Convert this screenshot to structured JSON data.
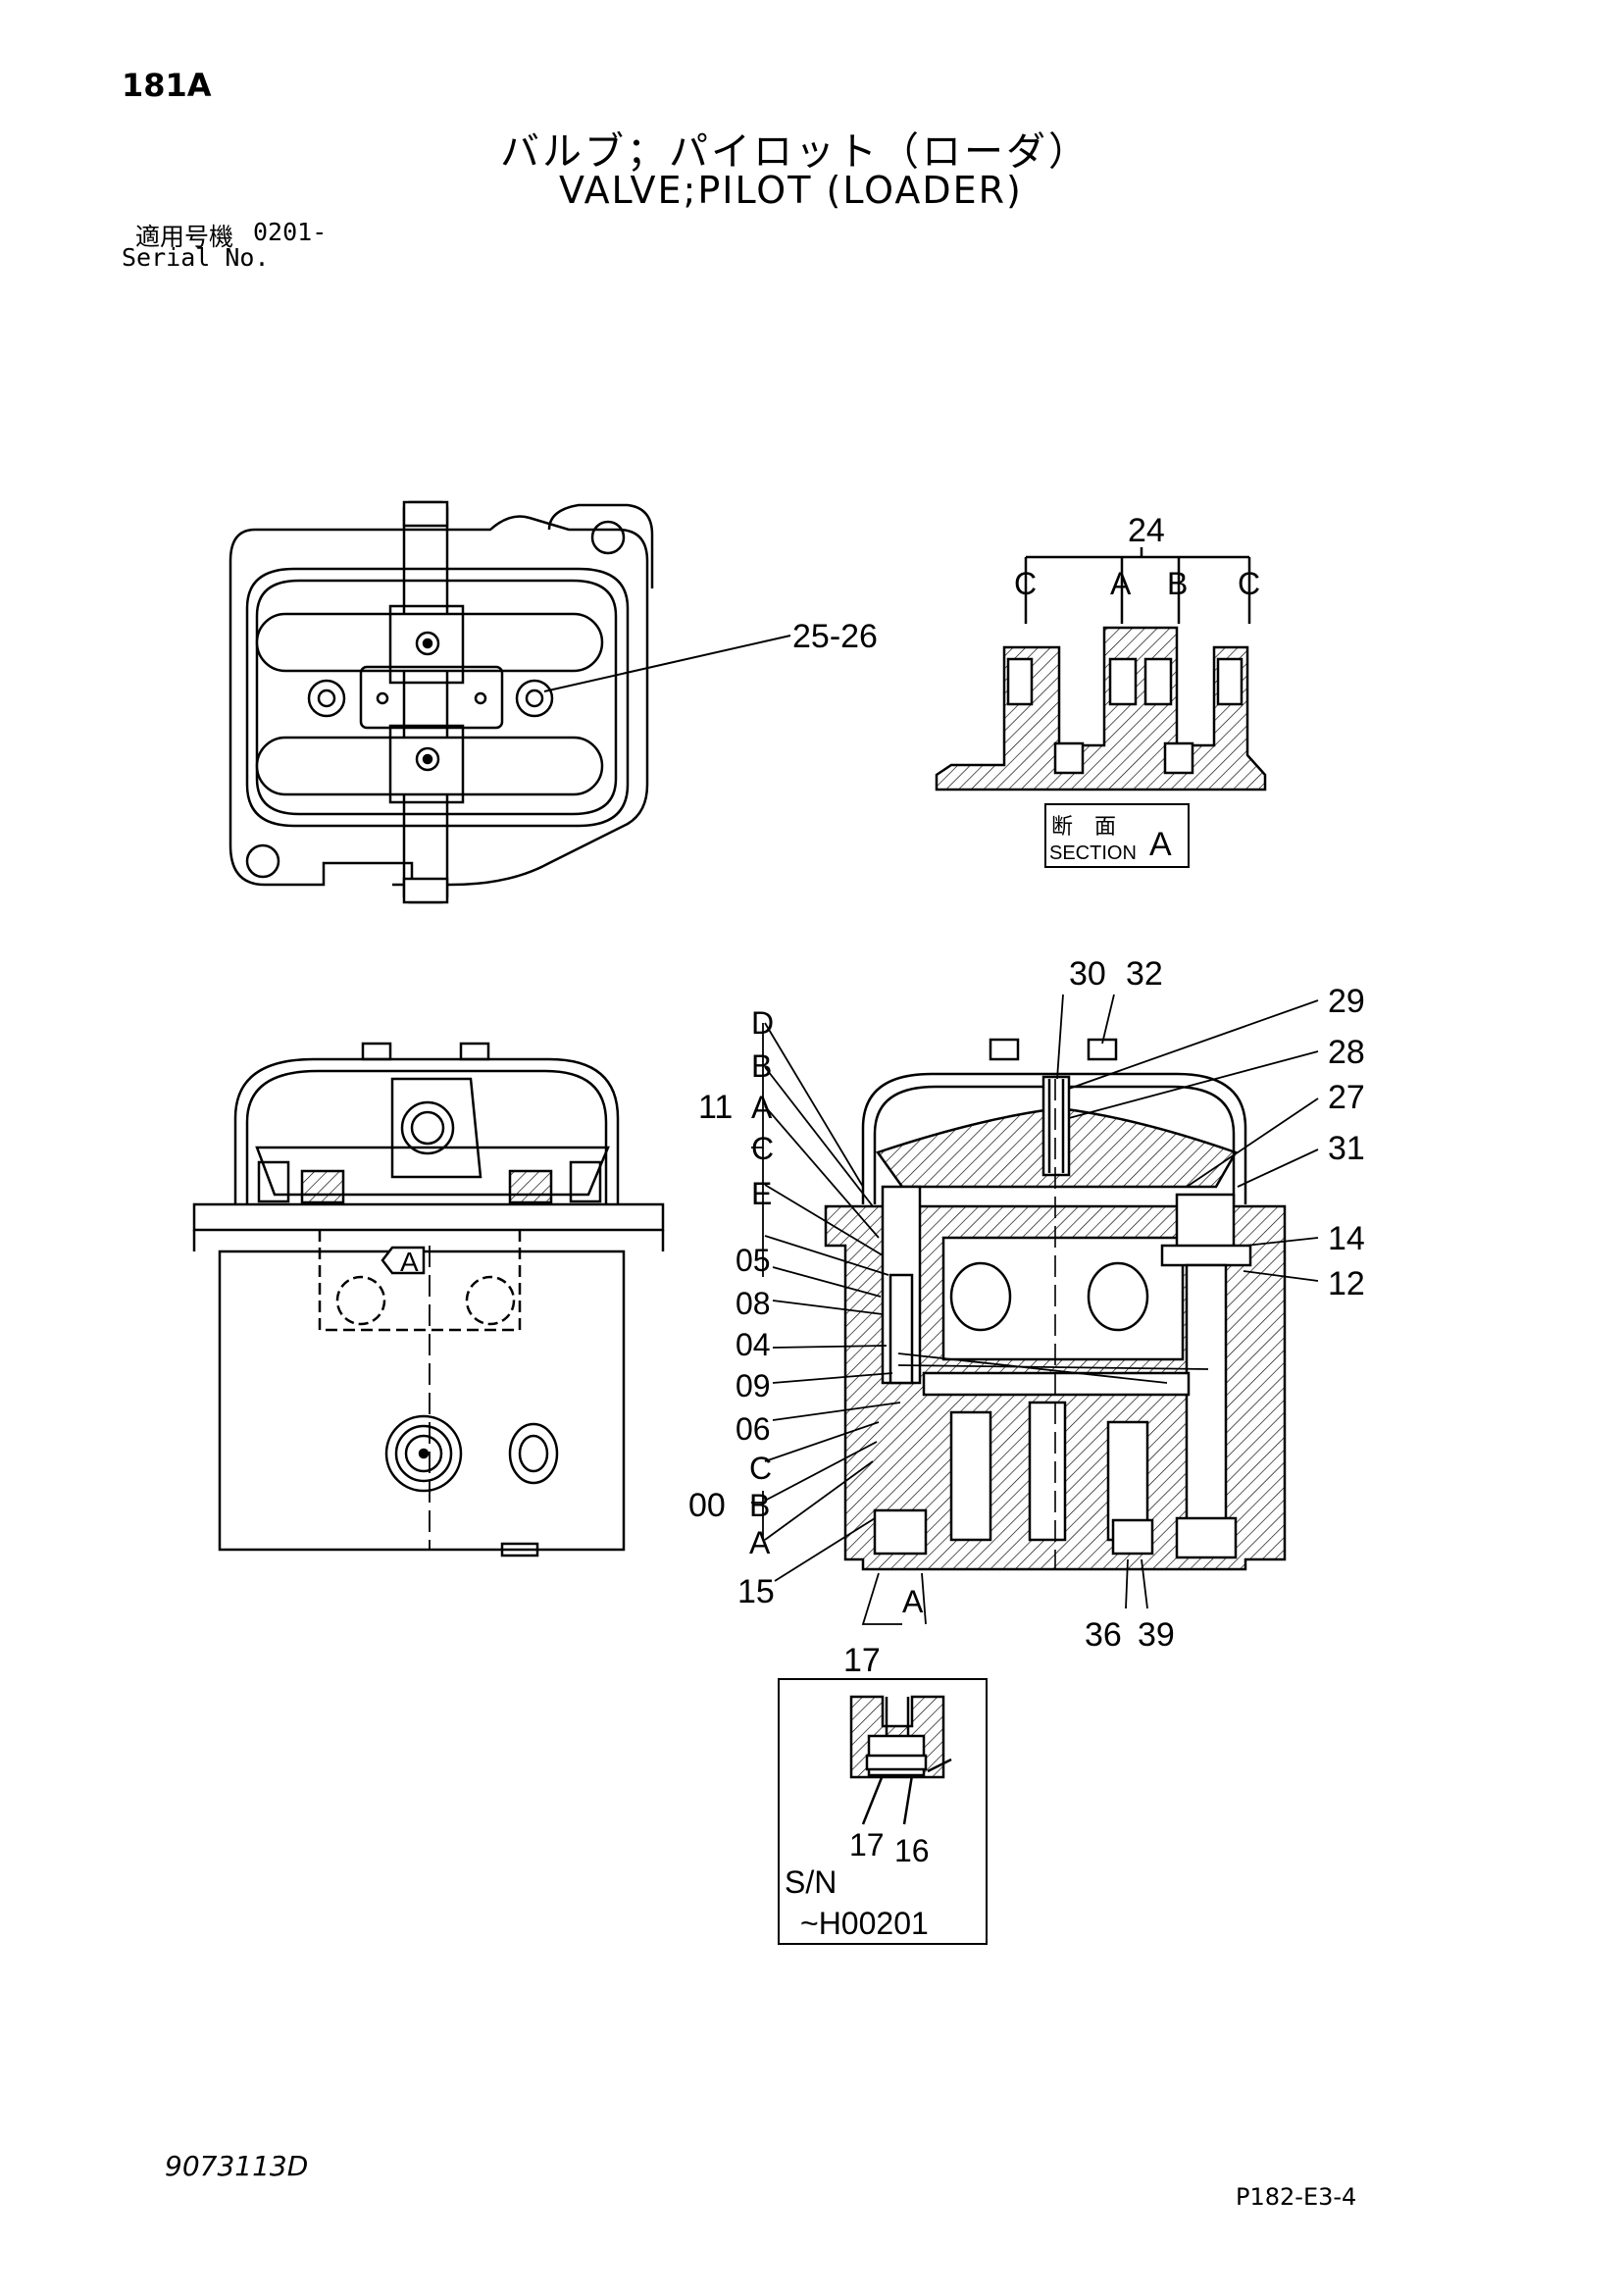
{
  "header": {
    "page_number": "181A",
    "title_ja": "バルブ；パイロット（ローダ）",
    "title_en": "VALVE;PILOT (LOADER)",
    "serial_label_ja": "適用号機",
    "serial_value": "0201-",
    "serial_label_en": "Serial No."
  },
  "top_view": {
    "callout": "25-26"
  },
  "section_a": {
    "callout_group": "24",
    "callouts": [
      "C",
      "A",
      "B",
      "C"
    ],
    "label_ja": "断　面",
    "label_en": "SECTION",
    "label_letter": "A"
  },
  "side_view": {
    "section_marker": "A"
  },
  "cross_section": {
    "left_callouts": [
      "D",
      "B",
      "A",
      "C",
      "E",
      "05",
      "08",
      "04",
      "09",
      "06",
      "C",
      "B",
      "A",
      "15"
    ],
    "group_11": "11",
    "group_00": "00",
    "top_callouts": [
      "30",
      "32"
    ],
    "right_callouts": [
      "29",
      "28",
      "27",
      "31",
      "14",
      "12"
    ],
    "bottom_callouts": [
      "36",
      "39"
    ],
    "section_marker": "A",
    "below_label": "17"
  },
  "inset": {
    "callouts": [
      "17",
      "16"
    ],
    "sn_label": "S/N",
    "sn_value": "~H00201"
  },
  "footer": {
    "doc_number": "9073113D",
    "page_ref": "P182-E3-4"
  }
}
